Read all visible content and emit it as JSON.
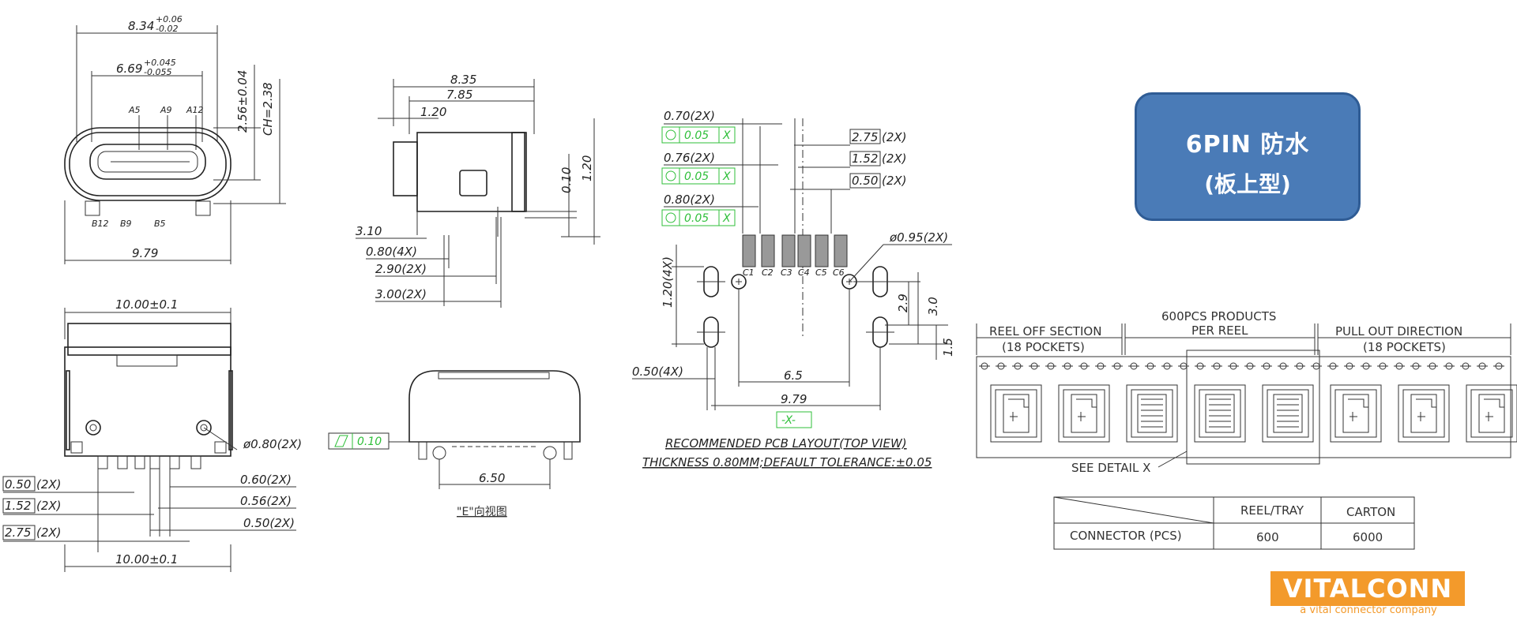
{
  "badge": {
    "line1": "6PIN  防水",
    "line2": "(板上型)"
  },
  "top_left": {
    "d1_val": "8.34",
    "d1_tol_up": "+0.06",
    "d1_tol_dn": "-0.02",
    "d2_val": "6.69",
    "d2_tol_up": "+0.045",
    "d2_tol_dn": "-0.055",
    "a5": "A5",
    "a9": "A9",
    "a12": "A12",
    "b12": "B12",
    "b9": "B9",
    "b5": "B5",
    "h1": "2.56±0.04",
    "h2": "CH=2.38",
    "w": "9.79"
  },
  "side": {
    "d835": "8.35",
    "d785": "7.85",
    "d120": "1.20",
    "d010": "0.10",
    "d120v": "1.20",
    "d310": "3.10",
    "d080": "0.80(4X)",
    "d290": "2.90(2X)",
    "d300": "3.00(2X)"
  },
  "bottom_left": {
    "top": "10.00±0.1",
    "hole": "ø0.80(2X)",
    "l050": "0.50",
    "l152": "1.52",
    "l275": "2.75",
    "x2": "(2X)",
    "r060": "0.60(2X)",
    "r056": "0.56(2X)",
    "r050": "0.50(2X)",
    "bottom": "10.00±0.1"
  },
  "e_view": {
    "flat_tol": "0.10",
    "width": "6.50",
    "caption": "\"E\"向视图"
  },
  "pcb": {
    "p070": "0.70(2X)",
    "p076": "0.76(2X)",
    "p080": "0.80(2X)",
    "pos_tol": "0.05",
    "datum": "X",
    "r275": "2.75",
    "r152": "1.52",
    "r050": "0.50",
    "x2": "(2X)",
    "pads": [
      "C1",
      "C2",
      "C3",
      "C4",
      "C5",
      "C6"
    ],
    "hole": "ø0.95(2X)",
    "v120": "1.20(4X)",
    "v29": "2.9",
    "v30": "3.0",
    "v15": "1.5",
    "slot": "0.50(4X)",
    "w65": "6.5",
    "w979": "9.79",
    "datum_box": "-X-",
    "note1": "RECOMMENDED PCB LAYOUT(TOP VIEW)",
    "note2": "THICKNESS 0.80MM;DEFAULT TOLERANCE:±0.05"
  },
  "reel": {
    "center_top": "600PCS PRODUCTS",
    "center_bot": "PER REEL",
    "left_top": "REEL OFF SECTION",
    "left_bot": "(18 POCKETS)",
    "right_top": "PULL OUT DIRECTION",
    "right_bot": "(18 POCKETS)",
    "detail": "SEE DETAIL X"
  },
  "table": {
    "headers": [
      "REEL/TRAY",
      "CARTON"
    ],
    "row_label": "CONNECTOR (PCS)",
    "values": [
      "600",
      "6000"
    ]
  },
  "logo": {
    "name": "VITALCONN",
    "tagline": "a vital connector company"
  }
}
